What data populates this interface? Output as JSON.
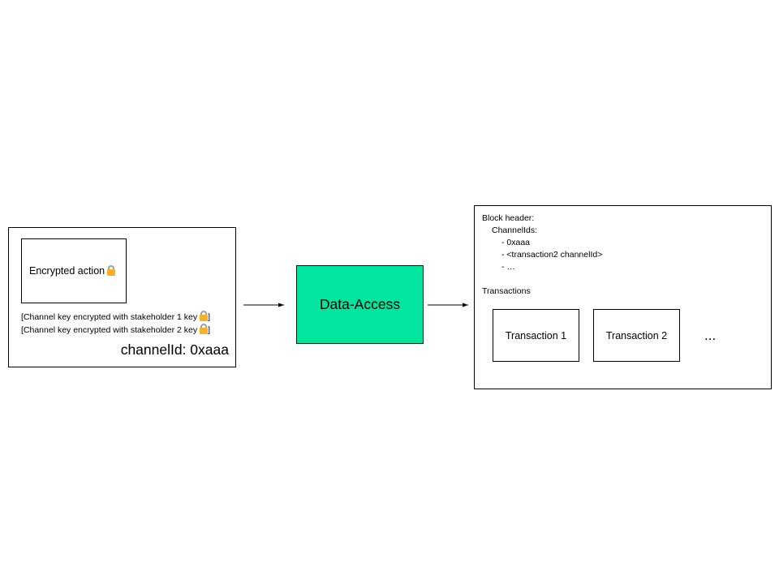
{
  "input_panel": {
    "encrypted_action_label": "Encrypted action",
    "channel_key_lines": [
      "[Channel key encrypted with stakeholder 1 key",
      "[Channel key encrypted with stakeholder 2 key"
    ],
    "line_end": "]",
    "channel_id_label": "channelId: 0xaaa"
  },
  "data_access": {
    "label": "Data-Access",
    "color": "#00e6a0"
  },
  "block_panel": {
    "block_header_label": "Block header:",
    "channel_ids_label": "ChannelIds:",
    "channel_id_items": [
      "- 0xaaa",
      "- <transaction2 channelId>",
      "- …"
    ],
    "transactions_label": "Transactions",
    "transactions": [
      "Transaction 1",
      "Transaction 2"
    ],
    "more_label": "..."
  },
  "icons": {
    "lock": "lock-icon",
    "arrow": "arrow-right-icon",
    "lock_color": "#f6b128"
  }
}
